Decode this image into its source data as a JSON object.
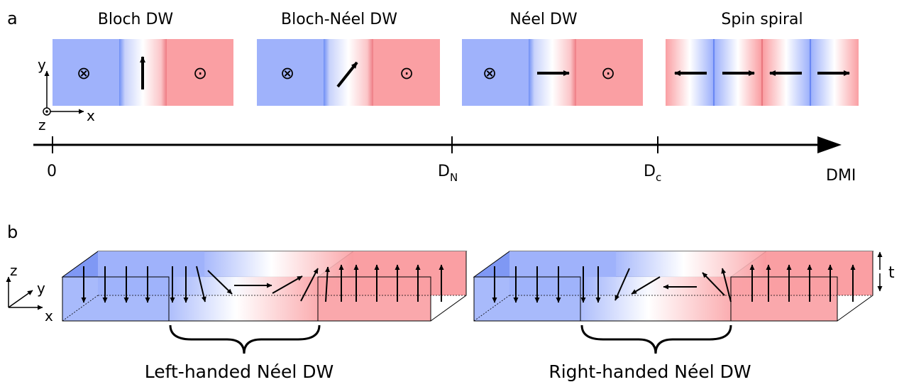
{
  "panel_a": {
    "letter": "a",
    "titles": [
      "Bloch DW",
      "Bloch-Néel DW",
      "Néel DW",
      "Spin spiral"
    ],
    "axis": {
      "tick0": "0",
      "tickN_main": "D",
      "tickN_sub": "N",
      "tickC_main": "D",
      "tickC_sub": "c",
      "axis_label": "DMI"
    },
    "frame_axes": {
      "x": "x",
      "y": "y",
      "z": "z"
    },
    "symbols": {
      "into": "⊗",
      "out": "⊙"
    }
  },
  "panel_b": {
    "letter": "b",
    "frame_axes": {
      "x": "x",
      "y": "y",
      "z": "z"
    },
    "thickness_label": "t",
    "left_caption": "Left-handed Néel DW",
    "right_caption": "Right-handed Néel DW"
  },
  "colors": {
    "blue": "#9fb2fb",
    "red": "#fa9fa3",
    "blue_dark": "#5a78f0",
    "red_dark": "#e0606a"
  }
}
